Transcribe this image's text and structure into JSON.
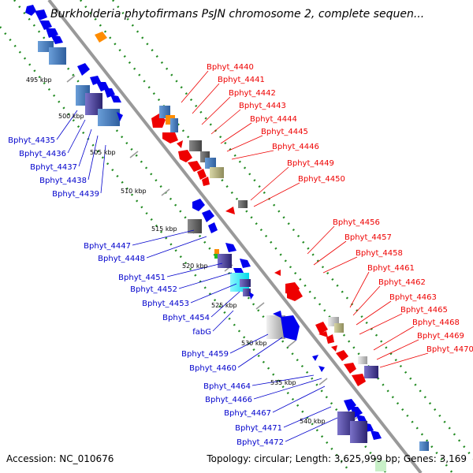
{
  "title": "Burkholderia phytofirmans PsJN chromosome 2, complete sequen...",
  "footer": {
    "accession": "Accession: NC_010676",
    "topology": "Topology: circular; Length: 3,625,999 bp; Genes: 3,169"
  },
  "ruler_labels": [
    "495 kbp",
    "500 kbp",
    "505 kbp",
    "510 kbp",
    "515 kbp",
    "520 kbp",
    "525 kbp",
    "530 kbp",
    "535 kbp",
    "540 kbp"
  ],
  "left_labels": [
    "Bphyt_4435",
    "Bphyt_4436",
    "Bphyt_4437",
    "Bphyt_4438",
    "Bphyt_4439",
    "Bphyt_4447",
    "Bphyt_4448",
    "Bphyt_4451",
    "Bphyt_4452",
    "Bphyt_4453",
    "Bphyt_4454",
    "fabG",
    "Bphyt_4459",
    "Bphyt_4460",
    "Bphyt_4464",
    "Bphyt_4466",
    "Bphyt_4467",
    "Bphyt_4471",
    "Bphyt_4472"
  ],
  "right_labels": [
    "Bphyt_4440",
    "Bphyt_4441",
    "Bphyt_4442",
    "Bphyt_4443",
    "Bphyt_4444",
    "Bphyt_4445",
    "Bphyt_4446",
    "Bphyt_4449",
    "Bphyt_4450",
    "Bphyt_4456",
    "Bphyt_4457",
    "Bphyt_4458",
    "Bphyt_4461",
    "Bphyt_4462",
    "Bphyt_4463",
    "Bphyt_4465",
    "Bphyt_4468",
    "Bphyt_4469",
    "Bphyt_4470"
  ],
  "colors": {
    "backbone": "#999999",
    "dotted_track": "#228b22",
    "forward_gene": "#0000ee",
    "reverse_gene": "#ee0000",
    "left_label": "#0000cc",
    "right_label": "#ee0000"
  }
}
